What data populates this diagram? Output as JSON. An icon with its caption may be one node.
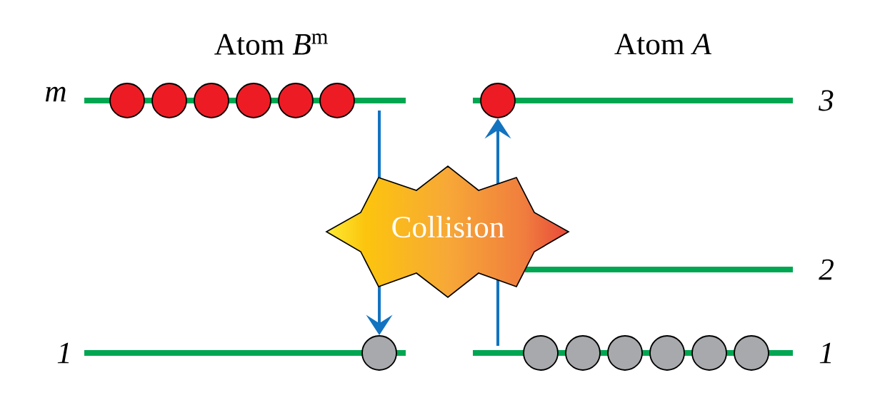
{
  "diagram": {
    "nodes": [
      {
        "text": [],
        "shape": "circle"
      },
      {
        "text": [],
        "shape": "circle"
      },
      {
        "text": [],
        "shape": "circle"
      },
      {
        "text": [],
        "shape": "circle"
      },
      {
        "text": [],
        "shape": "circle"
      },
      {
        "text": [],
        "shape": "circle"
      },
      {
        "text": [],
        "shape": "circle"
      },
      {
        "text": [
          "Collision"
        ]
      },
      {
        "text": [],
        "shape": "circle"
      },
      {
        "text": [],
        "shape": "circle"
      },
      {
        "text": [],
        "shape": "circle"
      },
      {
        "text": [],
        "shape": "circle"
      },
      {
        "text": [],
        "shape": "circle"
      },
      {
        "text": [],
        "shape": "circle"
      },
      {
        "text": [],
        "shape": "circle"
      }
    ],
    "edges": [
      {
        "from": null,
        "to": 8,
        "arrow": "to"
      },
      {
        "from": null,
        "to": 6,
        "arrow": "to"
      }
    ],
    "labels": [
      "Atom *B*$^{m}$",
      "Atom *A*",
      "m",
      "3",
      "2",
      "1",
      "1"
    ]
  }
}
